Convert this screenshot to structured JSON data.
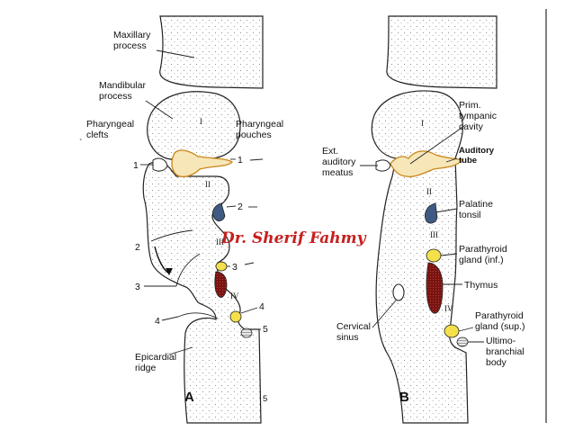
{
  "colors": {
    "thymus": "#7a1410",
    "parathyroid": "#f4e04a",
    "auditory_tube": "#f6e6b8",
    "palatine_tonsil": "#3e5a82",
    "watermark": "#c62020"
  },
  "panel_a": {
    "letter": "A",
    "maxillary": "Maxillary\nprocess",
    "mandibular": "Mandibular\nprocess",
    "clefts": "Pharyngeal\nclefts",
    "pouches": "Pharyngeal\npouches",
    "epicardial": "Epicardial\nridge",
    "arch_numerals": [
      "I",
      "II",
      "III",
      "IV"
    ],
    "cleft_numbers": [
      "1",
      "2",
      "3",
      "4"
    ],
    "pouch_numbers": [
      "1",
      "2",
      "3",
      "4",
      "5"
    ]
  },
  "panel_b": {
    "letter": "B",
    "prim_tympanic": "Prim.\ntympanic\ncavity",
    "auditory_tube": "Auditory\ntube",
    "ext_auditory": "Ext.\nauditory\nmeatus",
    "palatine_tonsil": "Palatine\ntonsil",
    "parathyroid_inf": "Parathyroid\ngland (inf.)",
    "thymus": "Thymus",
    "cervical_sinus": "Cervical\nsinus",
    "parathyroid_sup": "Parathyroid\ngland (sup.)",
    "ultimobranchial": "Ultimo-\nbranchial\nbody",
    "arch_numerals": [
      "I",
      "II",
      "III",
      "IV"
    ]
  },
  "watermark": "Dr. Sherif Fahmy"
}
